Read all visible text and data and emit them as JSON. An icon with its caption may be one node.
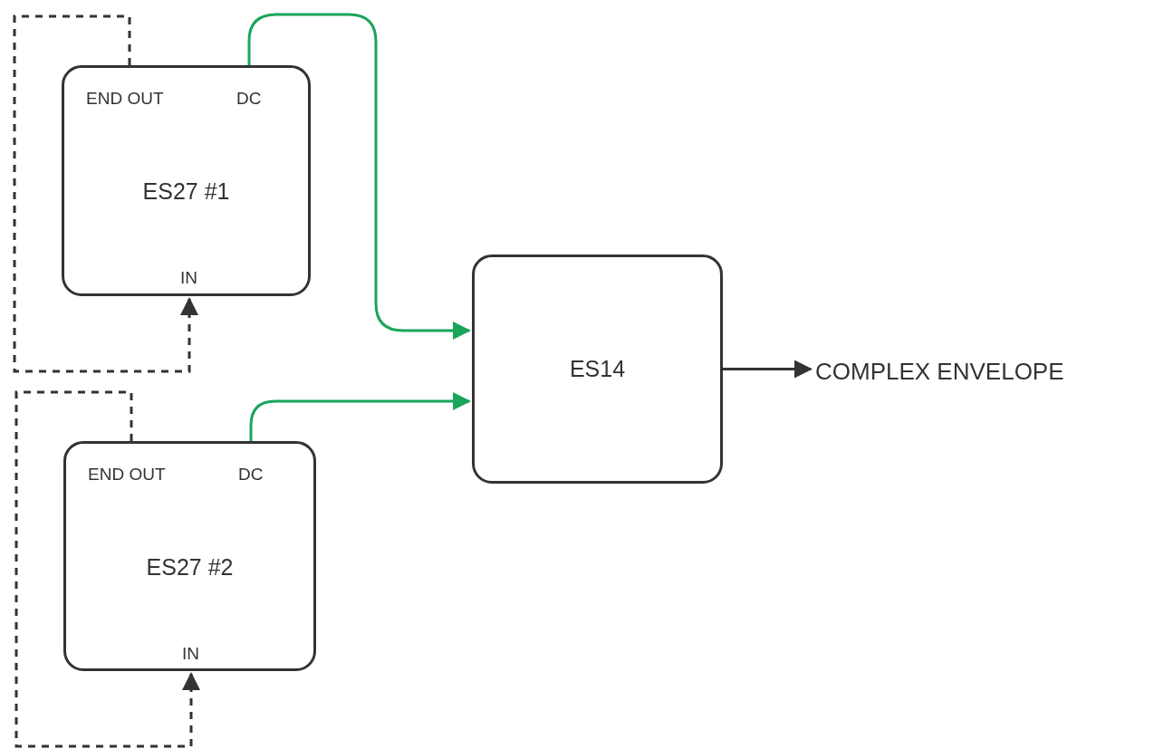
{
  "diagram": {
    "nodes": [
      {
        "text": [
          "END OUT",
          "DC",
          "ES27 #1",
          "IN"
        ]
      },
      {
        "text": [
          "END OUT",
          "DC",
          "ES27 #2",
          "IN"
        ]
      },
      {
        "text": [
          "ES14"
        ]
      },
      {
        "text": [
          "COMPLEX ENVELOPE"
        ]
      }
    ],
    "edges": [
      {
        "from": 0,
        "to": 0,
        "arrow": "to",
        "style": "dashed"
      },
      {
        "from": 1,
        "to": 1,
        "arrow": "to",
        "style": "dashed"
      },
      {
        "from": 0,
        "to": 2,
        "arrow": "to",
        "color": "#1aa55a"
      },
      {
        "from": 1,
        "to": 2,
        "arrow": "to",
        "color": "#1aa55a"
      },
      {
        "from": 2,
        "to": 3,
        "arrow": "to"
      }
    ]
  }
}
